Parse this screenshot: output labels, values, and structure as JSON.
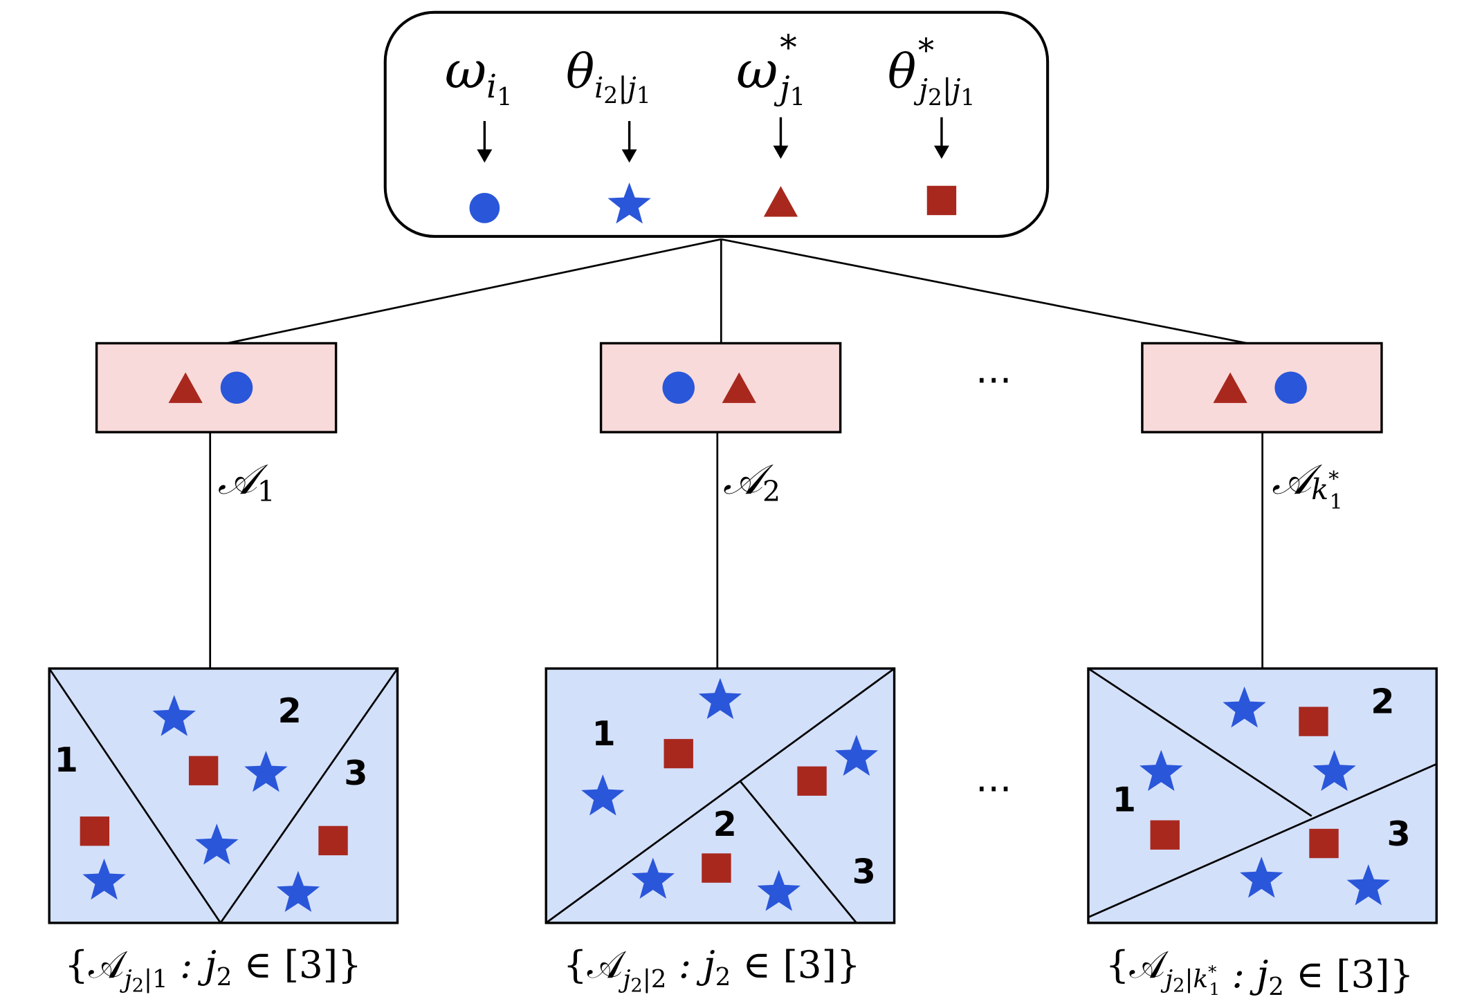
{
  "legend": {
    "items": [
      {
        "symbol": "ω",
        "sub": "i",
        "subsub": "1",
        "sup": "",
        "shape": "circle",
        "color": "#2a56d9"
      },
      {
        "symbol": "θ",
        "sub": "i",
        "subsub": "2",
        "cond": "|j",
        "condsub": "1",
        "sup": "",
        "shape": "star",
        "color": "#2a56d9"
      },
      {
        "symbol": "ω",
        "sub": "j",
        "subsub": "1",
        "sup": "*",
        "shape": "triangle",
        "color": "#a8281e"
      },
      {
        "symbol": "θ",
        "sub": "j",
        "subsub": "2",
        "cond": "|j",
        "condsub": "1",
        "sup": "*",
        "shape": "square",
        "color": "#a8281e"
      }
    ]
  },
  "colors": {
    "blue": "#2a56d9",
    "red": "#a8281e",
    "pink_fill": "#f8dada",
    "region_fill": "#d3e0fa"
  },
  "ellipsis": "···",
  "branches": [
    {
      "label_main": "𝒜",
      "label_sub": "1",
      "label_subsup": "",
      "set_label": {
        "open": "{𝒜",
        "sub_a": "j",
        "sub_b": "2",
        "sub_c": "|1",
        "sub_c_sup": "",
        "rest": " : j",
        "rest_sub": "2",
        "tail": " ∈ [3]}"
      },
      "region_numbers": [
        "1",
        "2",
        "3"
      ]
    },
    {
      "label_main": "𝒜",
      "label_sub": "2",
      "label_subsup": "",
      "set_label": {
        "open": "{𝒜",
        "sub_a": "j",
        "sub_b": "2",
        "sub_c": "|2",
        "sub_c_sup": "",
        "rest": " : j",
        "rest_sub": "2",
        "tail": " ∈ [3]}"
      },
      "region_numbers": [
        "1",
        "2",
        "3"
      ]
    },
    {
      "label_main": "𝒜",
      "label_sub": "k",
      "label_subsup": "*",
      "label_subsub": "1",
      "set_label": {
        "open": "{𝒜",
        "sub_a": "j",
        "sub_b": "2",
        "sub_c": "|k",
        "sub_c_sup": "*",
        "sub_c_sub": "1",
        "rest": " : j",
        "rest_sub": "2",
        "tail": " ∈ [3]}"
      },
      "region_numbers": [
        "1",
        "2",
        "3"
      ]
    }
  ]
}
